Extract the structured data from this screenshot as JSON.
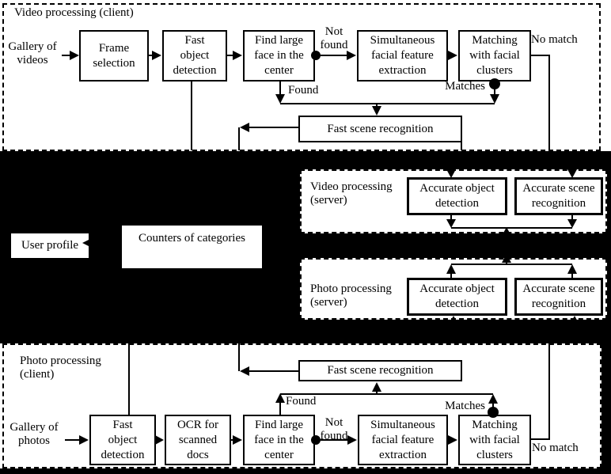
{
  "colors": {
    "background": "#ffffff",
    "ink": "#000000",
    "mask": "#000000",
    "box_fill": "#ffffff"
  },
  "video_client": {
    "section_label": "Video processing (client)",
    "gallery_label": "Gallery of\nvideos",
    "nodes": {
      "frame_selection": "Frame\nselection",
      "fast_object_detection": "Fast\nobject\ndetection",
      "find_large_face": "Find large\nface in the\ncenter",
      "feature_extraction": "Simultaneous\nfacial feature\nextraction",
      "matching": "Matching\nwith facial\nclusters",
      "fast_scene_recognition": "Fast scene recognition"
    },
    "edge_labels": {
      "not_found": "Not\nfound",
      "found": "Found",
      "matches": "Matches",
      "no_match": "No match"
    }
  },
  "video_server": {
    "section_label": "Video processing\n(server)",
    "nodes": {
      "accurate_object_detection": "Accurate object\ndetection",
      "accurate_scene_recognition": "Accurate scene\nrecognition"
    }
  },
  "photo_server": {
    "section_label": "Photo processing\n(server)",
    "nodes": {
      "accurate_object_detection": "Accurate object\ndetection",
      "accurate_scene_recognition": "Accurate scene\nrecognition"
    }
  },
  "photo_client": {
    "section_label": "Photo processing\n(client)",
    "gallery_label": "Gallery of\nphotos",
    "nodes": {
      "fast_object_detection": "Fast\nobject\ndetection",
      "ocr": "OCR for\nscanned\ndocs",
      "find_large_face": "Find large\nface in the\ncenter",
      "feature_extraction": "Simultaneous\nfacial feature\nextraction",
      "matching": "Matching\nwith facial\nclusters",
      "fast_scene_recognition": "Fast scene recognition"
    },
    "edge_labels": {
      "not_found": "Not\nfound",
      "found": "Found",
      "matches": "Matches",
      "no_match": "No match"
    }
  },
  "shared": {
    "user_profile": "User profile",
    "counters": "Counters of categories"
  }
}
